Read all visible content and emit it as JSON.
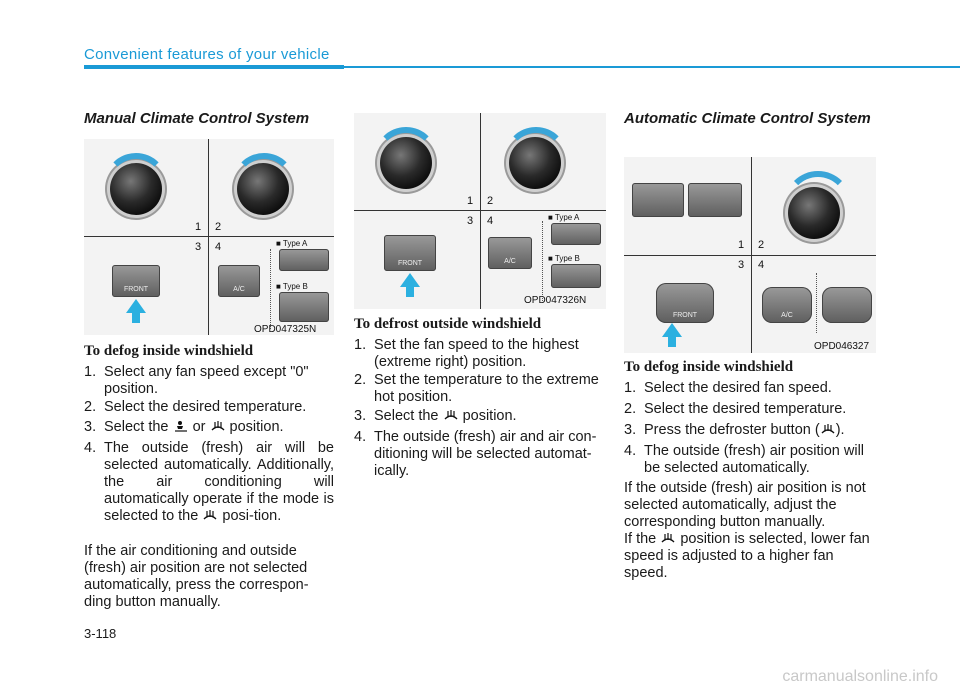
{
  "header": {
    "title": "Convenient features of your vehicle"
  },
  "page_number": "3-118",
  "watermark": "carmanualsonline.info",
  "col1": {
    "section_title": "Manual Climate Control System",
    "figure": {
      "code": "OPD047325N",
      "nums": [
        "1",
        "2",
        "3",
        "4"
      ],
      "type_a": "■ Type A",
      "type_b": "■ Type B",
      "btn_front": "FRONT",
      "btn_ac": "A/C"
    },
    "subhead": "To defog inside windshield",
    "steps": [
      {
        "n": "1.",
        "t": "Select any fan speed except \"0\" position."
      },
      {
        "n": "2.",
        "t": "Select the desired temperature."
      },
      {
        "n": "3.",
        "pre": "Select the",
        "mid": "or",
        "post": "position."
      },
      {
        "n": "4.",
        "pre": "The outside (fresh) air will be selected automatically. Additionally, the air conditioning will automatically operate if the mode is selected to the",
        "post": "posi-tion."
      }
    ],
    "para": "If the air conditioning and outside (fresh) air position are not selected automatically, press the correspon-ding button manually."
  },
  "col2": {
    "figure": {
      "code": "OPD047326N",
      "nums": [
        "1",
        "2",
        "3",
        "4"
      ],
      "type_a": "■ Type A",
      "type_b": "■ Type B",
      "btn_front": "FRONT",
      "btn_ac": "A/C"
    },
    "subhead": "To defrost outside windshield",
    "steps": [
      {
        "n": "1.",
        "t": "Set the fan speed to the highest (extreme right) position."
      },
      {
        "n": "2.",
        "t": "Set the temperature to the extreme hot position."
      },
      {
        "n": "3.",
        "pre": "Select the",
        "post": "position."
      },
      {
        "n": "4.",
        "t": "The outside (fresh) air and air con-ditioning will be selected automat-ically."
      }
    ]
  },
  "col3": {
    "section_title": "Automatic Climate Control System",
    "figure": {
      "code": "OPD046327",
      "nums": [
        "1",
        "2",
        "3",
        "4"
      ],
      "btn_front": "FRONT",
      "btn_ac": "A/C"
    },
    "subhead": "To defog inside windshield",
    "steps": [
      {
        "n": "1.",
        "t": "Select the desired fan speed."
      },
      {
        "n": "2.",
        "t": "Select the desired temperature."
      },
      {
        "n": "3.",
        "pre": "Press the defroster button (",
        "post": ")."
      },
      {
        "n": "4.",
        "t": "The outside (fresh) air position will be selected automatically."
      }
    ],
    "para1": "If the outside (fresh) air position is not selected automatically, adjust the corresponding button manually.",
    "para2_pre": "If the",
    "para2_post": "position is selected, lower fan speed is adjusted to a higher fan speed."
  }
}
